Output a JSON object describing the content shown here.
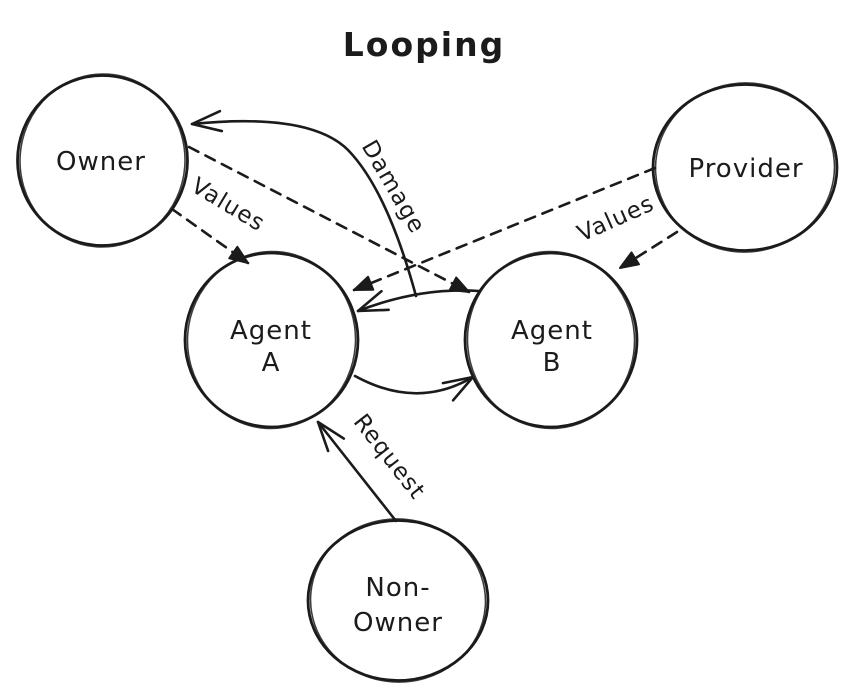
{
  "title": "Looping",
  "colors": {
    "ink": "#1b1b1b",
    "background": "#ffffff"
  },
  "nodes": {
    "owner": {
      "label": "Owner"
    },
    "provider": {
      "label": "Provider"
    },
    "agent_a": {
      "label_line1": "Agent",
      "label_line2": "A"
    },
    "agent_b": {
      "label_line1": "Agent",
      "label_line2": "B"
    },
    "non_owner": {
      "label_line1": "Non-",
      "label_line2": "Owner"
    }
  },
  "edges": {
    "damage": {
      "label": "Damage",
      "style": "solid-curved-arrow",
      "from": "agent-loop",
      "to": "owner"
    },
    "owner_values": {
      "label": "Values",
      "style": "dashed-arrows",
      "from": "owner",
      "to_first": "agent_a",
      "to_second": "agent_b"
    },
    "provider_values": {
      "label": "Values",
      "style": "dashed-arrows",
      "from": "provider",
      "to_first": "agent_a",
      "to_second": "agent_b"
    },
    "agent_loop": {
      "style": "solid-curved-arrows-bidirectional",
      "between_first": "agent_a",
      "between_second": "agent_b"
    },
    "request": {
      "label": "Request",
      "style": "solid-arrow",
      "from": "non_owner",
      "to": "agent_a"
    }
  }
}
